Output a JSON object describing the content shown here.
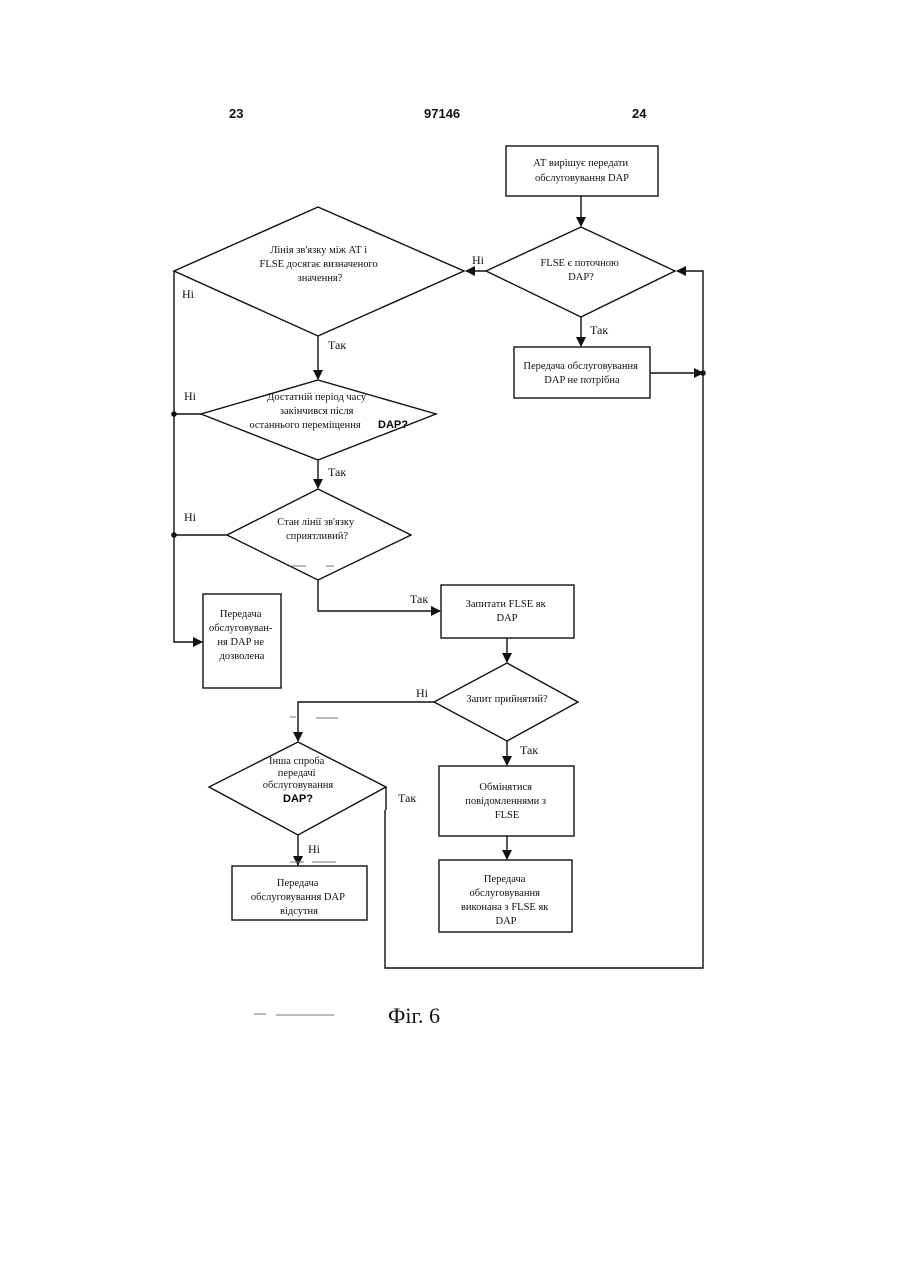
{
  "header": {
    "left_page": "23",
    "doc_number": "97146",
    "right_page": "24"
  },
  "caption": "Фіг. 6",
  "nodes": {
    "start": [
      "АТ вирішує передати",
      "обслуговування DAP"
    ],
    "d_flse_current": [
      "FLSE є поточною",
      "DAP?"
    ],
    "r_not_needed": [
      "Передача обслуговування",
      "DAP не потрібна"
    ],
    "d_link": [
      "Лінія зв'язку між АТ і",
      "FLSE досягає визначеного",
      "значення?"
    ],
    "d_time": [
      "Достатній період часу",
      "закінчився після",
      "останнього переміщення",
      "DAP?"
    ],
    "d_state": [
      "Стан лінії зв'язку",
      "сприятливий?"
    ],
    "r_not_allowed": [
      "Передача",
      "обслуговуван-",
      "ня DAP не",
      "дозволена"
    ],
    "r_request": [
      "Запитати FLSE як",
      "DAP"
    ],
    "d_accepted": [
      "Запит прийнятий?"
    ],
    "d_retry": [
      "Інша спроба",
      "передачі",
      "обслуговування",
      "DAP?"
    ],
    "r_exchange": [
      "Обмінятися",
      "повідомленнями з",
      "FLSE"
    ],
    "r_absent": [
      "Передача",
      "обслуговування DAP",
      "відсутня"
    ],
    "r_done": [
      "Передача",
      "обслуговування",
      "виконана з FLSE як",
      "DAP"
    ]
  },
  "edge_labels": {
    "no1": "Ні",
    "yes1": "Так",
    "no2": "Ні",
    "yes2": "Так",
    "no3": "Ні",
    "yes3": "Так",
    "no4": "Ні",
    "yes4": "Так",
    "yes5": "Так",
    "no5": "Ні",
    "yes6": "Так"
  }
}
